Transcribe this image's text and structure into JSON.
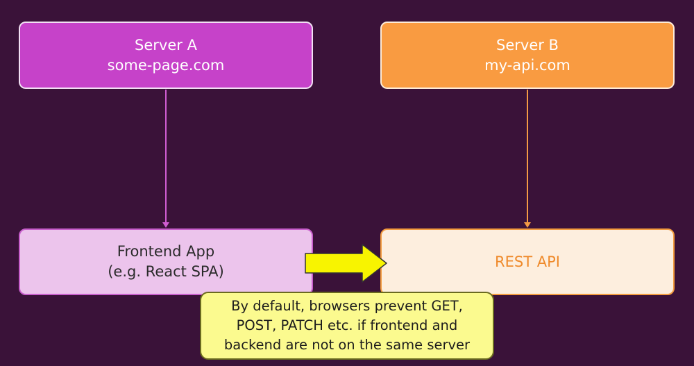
{
  "diagram": {
    "server_a": {
      "title": "Server A",
      "domain": "some-page.com"
    },
    "server_b": {
      "title": "Server B",
      "domain": "my-api.com"
    },
    "frontend": {
      "title": "Frontend App",
      "subtitle": "(e.g. React SPA)"
    },
    "rest_api": {
      "title": "REST API"
    },
    "note": {
      "lines": [
        "By default, browsers prevent GET,",
        "POST, PATCH etc. if frontend and",
        "backend are not on the same server"
      ]
    }
  },
  "colors": {
    "background": "#3a1239",
    "server_a": "#c642c9",
    "server_b": "#f99b41",
    "frontend_fill": "#ecc4ec",
    "rest_api_fill": "#fdeede",
    "note_fill": "#fbfa8f",
    "arrow_yellow": "#f8f400"
  },
  "icons": {
    "connector_a": "arrow-down",
    "connector_b": "arrow-down",
    "request_arrow": "block-arrow-right"
  }
}
